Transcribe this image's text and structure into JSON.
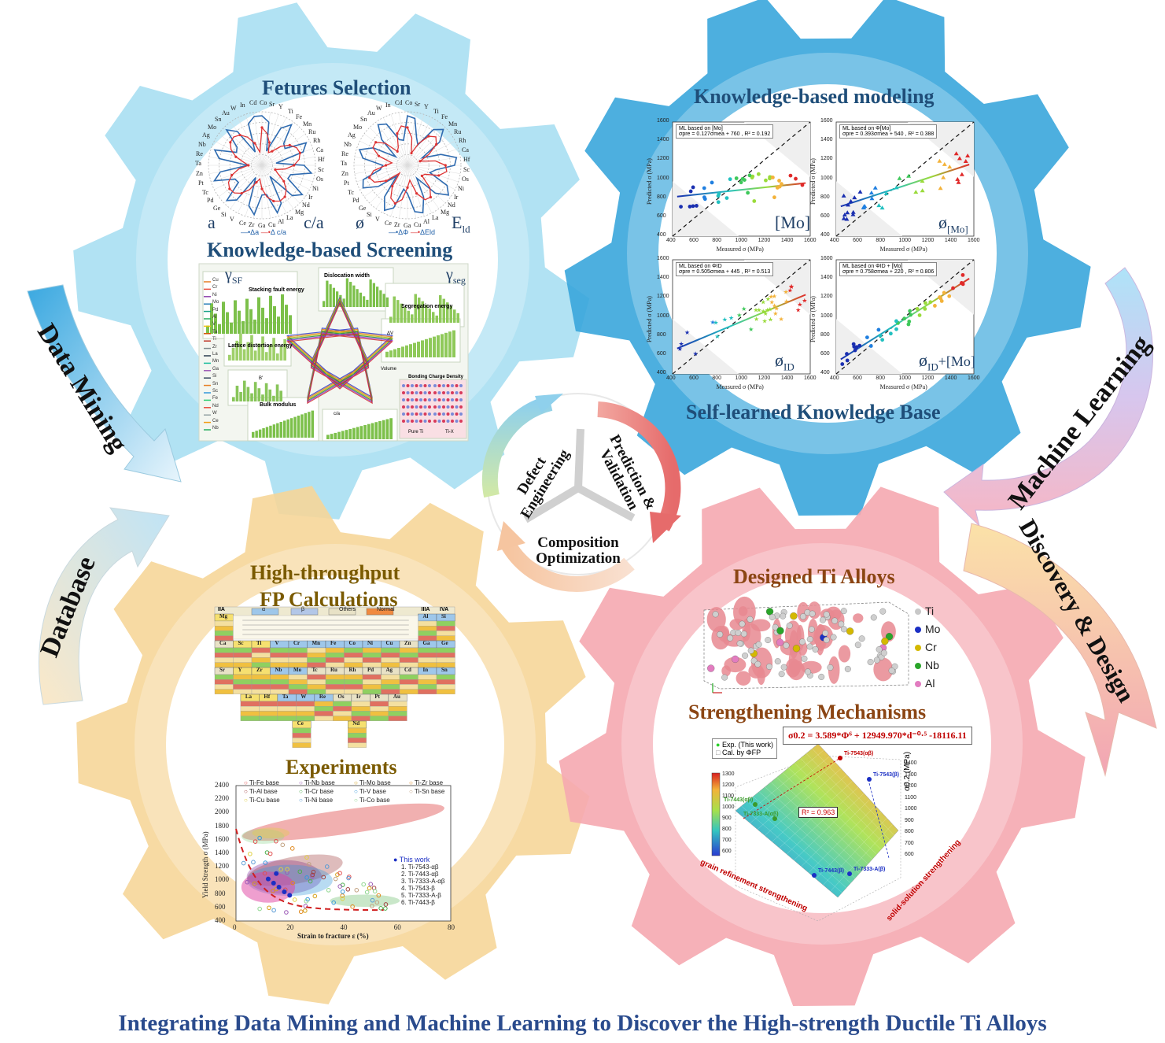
{
  "caption": "Integrating Data Mining and Machine Learning to Discover the High-strength Ductile Ti Alloys",
  "gears": {
    "top_left": {
      "color": "#a9dff2",
      "title": "Fetures Selection",
      "radar_labels": {
        "a": "a",
        "c_over_a": "c/a",
        "phi": "ø",
        "eld": "E",
        "eld_sub": "ld"
      },
      "legend1": [
        "Δa",
        "Δ c/a"
      ],
      "legend2": [
        "ΔΦ",
        "ΔEld"
      ],
      "subtitle": "Knowledge-based Screening",
      "screen_labels": {
        "gsf": "γ",
        "gsf_sub": "SF",
        "gseg": "γ",
        "gseg_sub": "seg",
        "stacking": "Stacking fault energy",
        "dislocation": "Dislocation width",
        "segregation": "Segregation energy",
        "lattice": "Lattice distortion energy",
        "bulk": "Bulk modulus",
        "bonding": "Bonding Charge Density",
        "pure_ti": "Pure Ti",
        "ti_x": "Ti-X",
        "volume": "Volume",
        "dv": "ΔV",
        "bprime": "B'",
        "c_a": "c/a"
      }
    },
    "top_right": {
      "color": "#3aa6dc",
      "title": "Knowledge-based modeling",
      "subtitle": "Self-learned Knowledge Base",
      "panels": [
        {
          "label": "[Mo]",
          "legend": "ML based on [Mo]",
          "fit": "σpre = 0.127σmea + 760 , R² = 0.192",
          "marker": "circle"
        },
        {
          "label": "ø",
          "label_sub": "[Mo]",
          "legend": "ML based on Φ[Mo]",
          "fit": "σpre = 0.393σmea + 540 , R² = 0.388",
          "marker": "triangle"
        },
        {
          "label": "ø",
          "label_sub": "ID",
          "legend": "ML based on ΦID",
          "fit": "σpre = 0.505σmea + 445 , R² = 0.513",
          "marker": "star"
        },
        {
          "label": "ø",
          "label_sub": "ID",
          "label_tail": "+[Mo]",
          "legend": "ML based on ΦID + [Mo]",
          "fit": "σpre = 0.758σmea + 220 , R² = 0.806",
          "marker": "circle"
        }
      ],
      "xlabel": "Measured σ (MPa)",
      "ylabel": "Predicted σ (MPa)",
      "xticks": [
        "400",
        "600",
        "800",
        "1000",
        "1200",
        "1400",
        "1600"
      ],
      "yticks": [
        "400",
        "600",
        "800",
        "1000",
        "1200",
        "1400",
        "1600"
      ]
    },
    "bottom_left": {
      "color": "#f6d699",
      "title_line1": "High-throughput",
      "title_line2": "FP Calculations",
      "subtitle": "Experiments",
      "pt_legend": [
        "α",
        "β",
        "Others",
        "Normal"
      ],
      "pt_headers": [
        "IIA",
        "IIIA",
        "IVA"
      ],
      "pt_elements_row1": [
        "Mg",
        "Al",
        "Si"
      ],
      "pt_elements_row2": [
        "Ca",
        "Sc",
        "Ti",
        "V",
        "Cr",
        "Mn",
        "Fe",
        "Co",
        "Ni",
        "Cu",
        "Zn",
        "Ga",
        "Ge"
      ],
      "pt_elements_row3": [
        "Sr",
        "Y",
        "Zr",
        "Nb",
        "Mo",
        "Tc",
        "Ru",
        "Rh",
        "Pd",
        "Ag",
        "Cd",
        "In",
        "Sn"
      ],
      "pt_elements_row4": [
        "La",
        "Hf",
        "Ta",
        "W",
        "Re",
        "Os",
        "Ir",
        "Pt",
        "Au"
      ],
      "pt_elements_row5": [
        "Ce",
        "Nd"
      ],
      "exp_legend": [
        "Ti-Fe base",
        "Ti-Nb base",
        "Ti-Mo base",
        "Ti-Zr base",
        "Ti-Al base",
        "Ti-Cr base",
        "Ti-V base",
        "Ti-Sn base",
        "Ti-Cu base",
        "Ti-Ni base",
        "Ti-Co base"
      ],
      "exp_legend_colors": [
        "#e05050",
        "#9b59b6",
        "#d4a017",
        "#e08a20",
        "#a04040",
        "#4cae4c",
        "#3498db",
        "#c0a080",
        "#e0d040",
        "#5a9bd5",
        "#8fd68f"
      ],
      "this_work_title": "This work",
      "this_work": [
        "1. Ti-7543-αβ",
        "2. Ti-7443-αβ",
        "3. Ti-7333-A-αβ",
        "4. Ti-7543-β",
        "5. Ti-7333-A-β",
        "6. Ti-7443-β"
      ],
      "xlabel": "Strain to fracture ε (%)",
      "ylabel": "Yield Strength σ (MPa)",
      "xticks": [
        "0",
        "20",
        "40",
        "60",
        "80"
      ],
      "yticks": [
        "400",
        "600",
        "800",
        "1000",
        "1200",
        "1400",
        "1600",
        "1800",
        "2000",
        "2200",
        "2400"
      ]
    },
    "bottom_right": {
      "color": "#f5a9b0",
      "title": "Designed Ti Alloys",
      "atoms": [
        {
          "name": "Ti",
          "color": "#c8c8c8"
        },
        {
          "name": "Mo",
          "color": "#1b2fc4"
        },
        {
          "name": "Cr",
          "color": "#d4b800"
        },
        {
          "name": "Nb",
          "color": "#2aa52a"
        },
        {
          "name": "Al",
          "color": "#e27cc0"
        }
      ],
      "subtitle": "Strengthening Mechanisms",
      "formula": "σ0.2 = 3.589*Φ⁶ + 12949.970*d⁻⁰·⁵ -18116.11",
      "legend": [
        "Exp. (This work)",
        "Cal. by ΦFP"
      ],
      "r2": "R² = 0.963",
      "axis_grain": "grain refinement strengthening",
      "axis_solution": "solid-solution strengthening",
      "zlabel": "σ0.2 (MPa)",
      "zticks": [
        "600",
        "700",
        "800",
        "900",
        "1000",
        "1100",
        "1200",
        "1300",
        "1400"
      ],
      "colorbar": [
        "1300",
        "1200",
        "1100",
        "1000",
        "900",
        "800",
        "700",
        "600"
      ],
      "points": [
        "Ti-7543(αβ)",
        "Ti-7443(αβ)",
        "Ti-7333-A(αβ)",
        "Ti-7543(β)",
        "Ti-7443(β)",
        "Ti-7333-A(β)"
      ]
    }
  },
  "arrows": {
    "data_mining": "Data Mining",
    "machine_learning": "Machine Learning",
    "database": "Database",
    "discovery": "Discovery & Design"
  },
  "cycle": {
    "defect": "Defect Engineering",
    "prediction": "Prediction & Validation",
    "composition": "Composition Optimization"
  }
}
